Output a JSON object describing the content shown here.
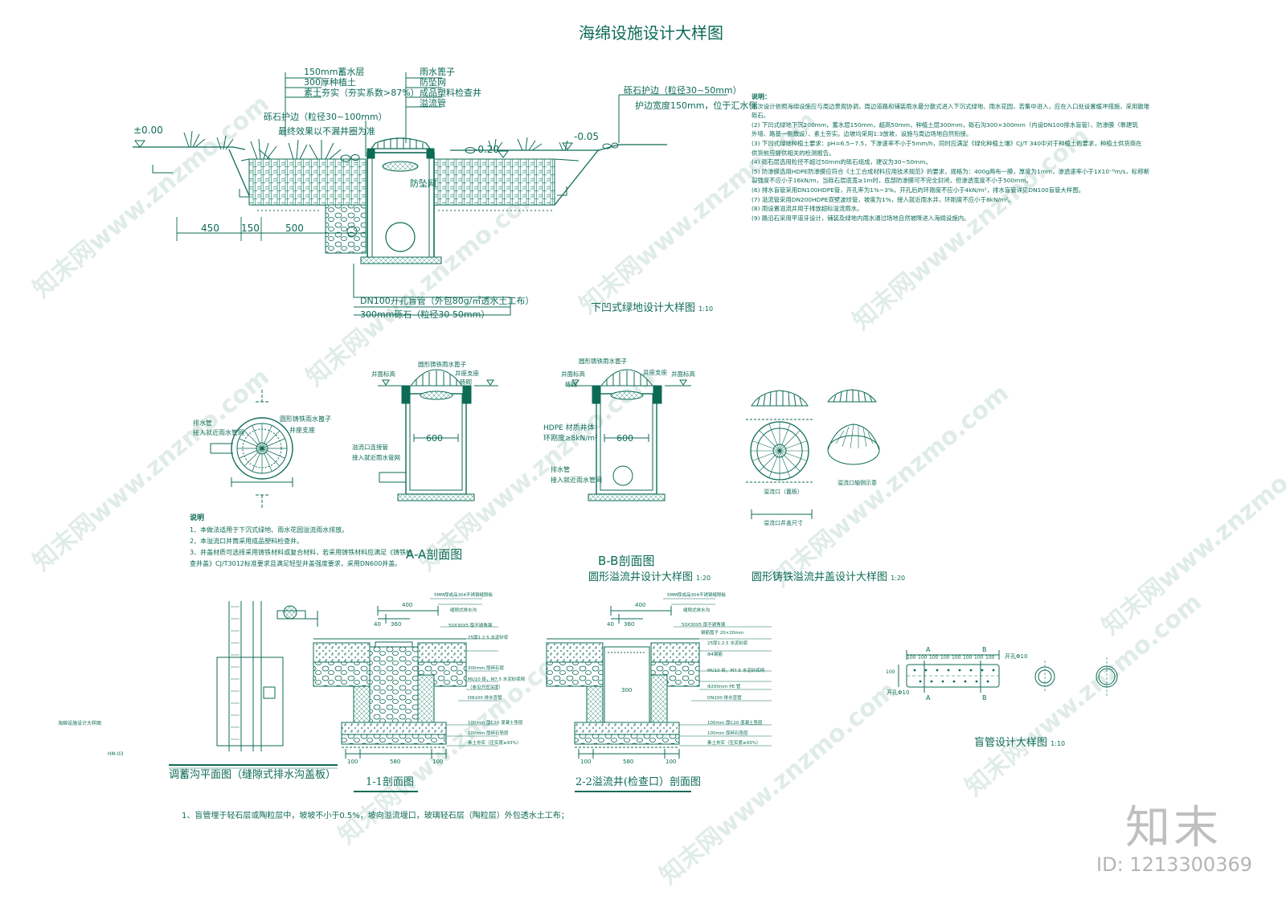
{
  "title": "海绵设施设计大样图",
  "sunken_green": {
    "callouts_left": [
      "150mm蓄水层",
      "300厚种植土",
      "素土夯实（夯实系数>87%）"
    ],
    "callouts_mid": [
      "雨水篦子",
      "防坠网",
      "成品塑料检查井",
      "溢流管"
    ],
    "gravel_edge_left": "砾石护边（粒径30~100mm）",
    "gravel_edge_left_note": "最终效果以不漏井圈为准",
    "gravel_edge_right": "砾石护边（粒径30~50mm）",
    "gravel_edge_right_note": "护边宽度150mm，位于汇水侧",
    "elev_left": "±0.00",
    "elev_mid": "-0.20",
    "elev_right": "-0.05",
    "net_label": "防坠网",
    "dims": [
      "450",
      "150",
      "500"
    ],
    "pipe_label": "DN100开孔盲管（外包80g/㎡透水土工布）",
    "gravel_label": "300mm砾石（粒径30  50mm）",
    "caption": "下凹式绿地设计大样图",
    "scale": "1:10"
  },
  "notes": {
    "heading": "说明：",
    "lines": [
      "本次设计依照海绵设施应与周边景观协调，周边道路和铺装雨水最分散式进入下沉式绿地、雨水花园，若集中进入，应在入口处设置缓冲措施，采用散堆",
      "砾石。",
      "(2) 下凹式绿地下沉200mm，蓄水层150mm，超高50mm，种植土层300mm，砾石沟300×300mm（内设DN100排水盲管）、防渗膜（靠建筑",
      "外墙、路基一侧敷设）、素土夯实。边坡均采用1:3放坡，设施与周边场地自然衔接。",
      "(3) 下凹式绿地种植土要求：pH=6.5~7.5，下渗速率不小于5mm/h，同时应满足《绿化种植土壤》CJ/T 340中对于种植土的要求，种植土供货商在",
      "供货前应提供相关的检测报告。",
      "(4) 砾石层选用粒径不超过50mm的砾石组成，建议为30~50mm。",
      "(5) 防渗膜选用HDPE防渗膜应符合《土工合成材料应用技术规范》的要求，规格为：400g两布一膜，厚度为1mm，渗透速率小于1X10⁻⁸m/s，标称断",
      "裂强度不应小于16kN/m，当砾石层底宽≥1m时，底部防渗膜可不完全封闭，但渗透宽度不小于500mm。",
      "(6) 排水盲管采用DN100HDPE管，开孔率为1%~3%，开孔后的环刚度不应小于4kN/m²，排水盲管详见DN100盲管大样图。",
      "(7) 溢流管采用DN200HDPE双壁波纹管，坡度为1%，接入就近雨水井，环刚度不应小于8kN/m²。",
      "(8) 雨设置溢流井用于排放超标溢流雨水。",
      "(9) 路沿石采用平道牙设计，铺装及绿地内雨水通过场地自然坡降进入海绵设施内。"
    ]
  },
  "well_plan": {
    "cover_label": "圆形铸铁雨水篦子",
    "drain_label": "排水管",
    "drain_note": "接入就近雨水管网",
    "base_label": "井座支座",
    "notes_heading": "说明",
    "notes": [
      "1、本做法适用于下沉式绿地、雨水花园溢流雨水排放。",
      "2、本溢流口井筒采用成品塑料检查井。",
      "3、井盖材质可选择采用铸铁材料或复合材料，若采用铸铁材料应满足《铸铁检",
      "查井盖》CJ/T3012标准要求且满足轻型井盖强度要求，采用DN600井盖。"
    ]
  },
  "section_aa": {
    "label_top": "圆形铸铁雨水篦子",
    "label_base": "井座支座",
    "label_brick": "砖砌",
    "label_ground": "井面标高",
    "label_overflow": "溢流口连接管",
    "label_overflow_note": "接入就近雨水管网",
    "dim": "600",
    "caption": "A-A剖面图"
  },
  "section_bb": {
    "label_top": "圆形铸铁雨水篦子",
    "label_base": "井座支座",
    "label_brick": "砖砌",
    "label_ground": "井面标高",
    "label_hdpe": "HDPE 材质井体",
    "label_ring": "环刚度≥8kN/m²",
    "label_drain": "排水管",
    "label_drain_note": "接入就近雨水管网",
    "dim": "600",
    "caption": "B-B剖面图"
  },
  "overflow_well_caption": "圆形溢流井设计大样图",
  "overflow_well_scale": "1:20",
  "cover_detail": {
    "caption": "圆形铸铁溢流井盖设计大样图",
    "scale": "1:20",
    "plan_label": "溢流口（篦板）",
    "iso_label": "溢流口轴侧示意",
    "size_label": "溢流口井盖尺寸"
  },
  "trench_plan": {
    "caption": "调蓄沟平面图（缝隙式排水沟盖板）"
  },
  "section_11": {
    "caption": "1-1剖面图",
    "dims_top": [
      "400",
      "360",
      "40"
    ],
    "dims_bottom": [
      "100",
      "580",
      "100"
    ],
    "layers": [
      "5MM厚成品304不锈钢缝隙板",
      "缝隙式排水沟",
      "50X30X5 厚不锈角钢",
      "25厚1:2.5 水泥砂浆",
      "300mm 厚碎石层",
      "MU10 砖，M7.5 水泥砂浆砌",
      "（参见开挖深度）",
      "DN100 排水盲管",
      "100mm 厚C20 混凝土垫层",
      "100mm 厚碎石垫层",
      "素土夯实（压实度≥93%）"
    ]
  },
  "section_22": {
    "caption": "2-2溢流井(检查口）剖面图",
    "dims_top": [
      "400",
      "360",
      "40"
    ],
    "dims_bottom": [
      "100",
      "580",
      "100"
    ],
    "dim_300": "300",
    "layers": [
      "5MM厚成品304不锈钢缝隙板",
      "缝隙式排水沟",
      "50X30X5 厚不锈角钢",
      "钢筋篦子 20×20mm",
      "25厚1:2.5 水泥砂浆",
      "Φ4钢筋",
      "MU10 砖，M7.5 水泥砂浆砌",
      "Φ200mm PE 管",
      "DN100 排水盲管",
      "100mm 厚C20 混凝土垫层",
      "100mm 厚碎石垫层",
      "素土夯实（压实度≥93%）"
    ]
  },
  "blind_pipe": {
    "caption": "盲管设计大样图",
    "scale": "1:10",
    "dims": [
      "100",
      "100",
      "100",
      "100",
      "100",
      "100",
      "100",
      "100"
    ],
    "dim_side": "100",
    "hole_label": "开孔Φ10",
    "label_a": "A",
    "label_b": "B"
  },
  "bottom_note": "1、盲管埋于轻石层或陶粒层中，坡坡不小于0.5%，坡向溢流堰口，玻璃轻石层（陶粒层）外包透水土工布；",
  "sheet_label": "海绵设施设计大样图",
  "sheet_code": "HM-03",
  "watermark": "知末网www.znzmo.com",
  "brand": "知末",
  "image_id": "ID: 1213300369",
  "colors": {
    "ink": "#0c6b55",
    "hatch": "#2f8f76",
    "watermark": "#c8ddd6"
  }
}
